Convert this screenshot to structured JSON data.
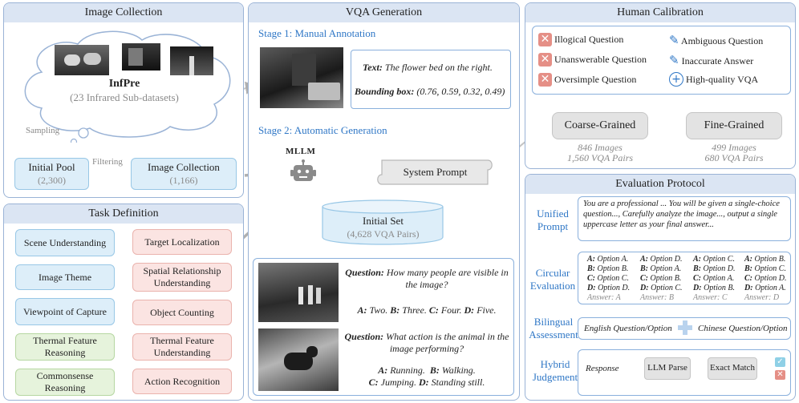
{
  "image_collection": {
    "title": "Image Collection",
    "dataset_name": "InfPre",
    "dataset_sub": "(23 Infrared Sub-datasets)",
    "sampling": "Sampling",
    "filtering": "Filtering",
    "initial_pool": "Initial Pool",
    "initial_pool_count": "(2,300)",
    "collection": "Image Collection",
    "collection_count": "(1,166)"
  },
  "task_definition": {
    "title": "Task Definition",
    "left": [
      "Scene Understanding",
      "Image Theme",
      "Viewpoint of Capture",
      "Thermal Feature Reasoning",
      "Commonsense Reasoning"
    ],
    "right": [
      "Target Localization",
      "Spatial Relationship Understanding",
      "Object Counting",
      "Thermal Feature Understanding",
      "Action Recognition"
    ]
  },
  "vqa_generation": {
    "title": "VQA Generation",
    "stage1": "Stage 1: Manual Annotation",
    "text_label": "Text:",
    "text_value": "The flower bed on the right.",
    "bbox_label": "Bounding box:",
    "bbox_value": "(0.76, 0.59, 0.32, 0.49)",
    "stage2": "Stage 2: Automatic Generation",
    "mllm": "MLLM",
    "system_prompt": "System Prompt",
    "initial_set": "Initial Set",
    "initial_set_count": "(4,628 VQA Pairs)",
    "q1_label": "Question:",
    "q1_text": "How many people are visible in the image?",
    "q1_options": [
      [
        "A:",
        "Two."
      ],
      [
        "B:",
        "Three."
      ],
      [
        "C:",
        "Four."
      ],
      [
        "D:",
        "Five."
      ]
    ],
    "q2_label": "Question:",
    "q2_text": "What action is the animal in the image performing?",
    "q2_options": [
      [
        "A:",
        "Running."
      ],
      [
        "B:",
        "Walking."
      ],
      [
        "C:",
        "Jumping."
      ],
      [
        "D:",
        "Standing still."
      ]
    ]
  },
  "human_calibration": {
    "title": "Human Calibration",
    "bad": [
      "Illogical Question",
      "Unanswerable Question",
      "Oversimple Question"
    ],
    "fix": [
      "Ambiguous Question",
      "Inaccurate Answer",
      "High-quality VQA"
    ],
    "coarse": "Coarse-Grained",
    "coarse_stats": [
      "846 Images",
      "1,560 VQA Pairs"
    ],
    "fine": "Fine-Grained",
    "fine_stats": [
      "499 Images",
      "680 VQA Pairs"
    ]
  },
  "evaluation_protocol": {
    "title": "Evaluation Protocol",
    "unified": "Unified Prompt",
    "prompt_text": "You are a professional ... You will be given a single-choice question..., Carefully analyze the image..., output a single uppercase letter as your final answer...",
    "circular": "Circular Evaluation",
    "circular_cols": [
      {
        "lines": [
          [
            "A:",
            "Option A."
          ],
          [
            "B:",
            "Option B."
          ],
          [
            "C:",
            "Option C."
          ],
          [
            "D:",
            "Option D."
          ]
        ],
        "answer": "Answer: A"
      },
      {
        "lines": [
          [
            "A:",
            "Option D."
          ],
          [
            "B:",
            "Option A."
          ],
          [
            "C:",
            "Option B."
          ],
          [
            "D:",
            "Option C."
          ]
        ],
        "answer": "Answer: B"
      },
      {
        "lines": [
          [
            "A:",
            "Option C."
          ],
          [
            "B:",
            "Option D."
          ],
          [
            "C:",
            "Option A."
          ],
          [
            "D:",
            "Option B."
          ]
        ],
        "answer": "Answer: C"
      },
      {
        "lines": [
          [
            "A:",
            "Option B."
          ],
          [
            "B:",
            "Option C."
          ],
          [
            "C:",
            "Option D."
          ],
          [
            "D:",
            "Option A."
          ]
        ],
        "answer": "Answer: D"
      }
    ],
    "bilingual": "Bilingual Assessment",
    "english": "English Question/Option",
    "chinese": "Chinese Question/Option",
    "hybrid": "Hybrid Judgement",
    "response": "Response",
    "llm_parse": "LLM Parse",
    "exact_match": "Exact Match"
  },
  "colors": {
    "accent_blue": "#2f77c6",
    "panel_border": "#9ab3d6",
    "panel_header": "#dbe5f3"
  }
}
